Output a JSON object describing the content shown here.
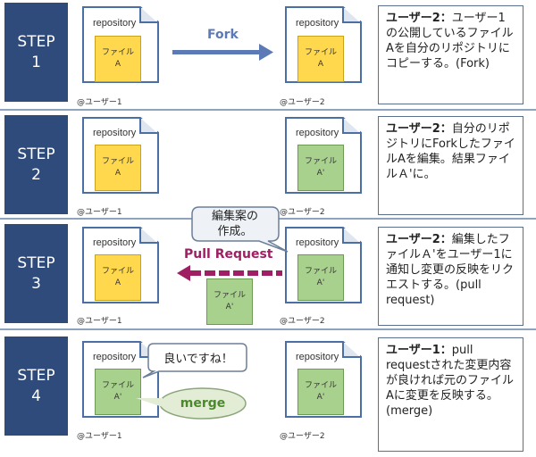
{
  "steps": [
    {
      "label_top": "STEP",
      "label_num": "1",
      "repo_title": "repository",
      "left": {
        "file_line1": "ファイル",
        "file_line2": "A",
        "owner": "@ユーザー1"
      },
      "right": {
        "file_line1": "ファイル",
        "file_line2": "A",
        "owner": "@ユーザー2"
      },
      "arrow_label": "Fork",
      "desc_user": "ユーザー2：",
      "desc_text": "ユーザー1の公開しているファイルAを自分のリポジトリにコピーする。(Fork)"
    },
    {
      "label_top": "STEP",
      "label_num": "2",
      "repo_title": "repository",
      "left": {
        "file_line1": "ファイル",
        "file_line2": "A",
        "owner": "@ユーザー1"
      },
      "right": {
        "file_line1": "ファイル",
        "file_line2": "A'",
        "owner": "@ユーザー2"
      },
      "desc_user": "ユーザー2：",
      "desc_text": "自分のリポジトリにForkしたファイルAを編集。結果ファイルＡ'に。"
    },
    {
      "label_top": "STEP",
      "label_num": "3",
      "repo_title": "repository",
      "left": {
        "file_line1": "ファイル",
        "file_line2": "A",
        "owner": "@ユーザー1"
      },
      "right": {
        "file_line1": "ファイル",
        "file_line2": "A'",
        "owner": "@ユーザー2"
      },
      "moving_file": {
        "line1": "ファイル",
        "line2": "A'"
      },
      "arrow_label": "Pull Request",
      "callout_line1": "編集案の",
      "callout_line2": "作成。",
      "desc_user": "ユーザー2：",
      "desc_text": "編集したファイルＡ'をユーザー1に通知し変更の反映をリクエストする。(pull request)"
    },
    {
      "label_top": "STEP",
      "label_num": "4",
      "repo_title": "repository",
      "left": {
        "file_line1": "ファイル",
        "file_line2": "A'",
        "owner": "@ユーザー1"
      },
      "right": {
        "file_line1": "ファイル",
        "file_line2": "A'",
        "owner": "@ユーザー2"
      },
      "callout": "良いですね！",
      "merge_label": "merge",
      "desc_user": "ユーザー1：",
      "desc_text": "pull requestされた変更内容が良ければ元のファイルAに変更を反映する。(merge)"
    }
  ],
  "colors": {
    "step_bg": "#2f4b7c",
    "file_yellow": "#ffd84d",
    "file_green": "#a9d18e",
    "fork_arrow": "#5b7ab6",
    "pull_arrow": "#9e1f63",
    "merge_text": "#4a8a2a"
  }
}
